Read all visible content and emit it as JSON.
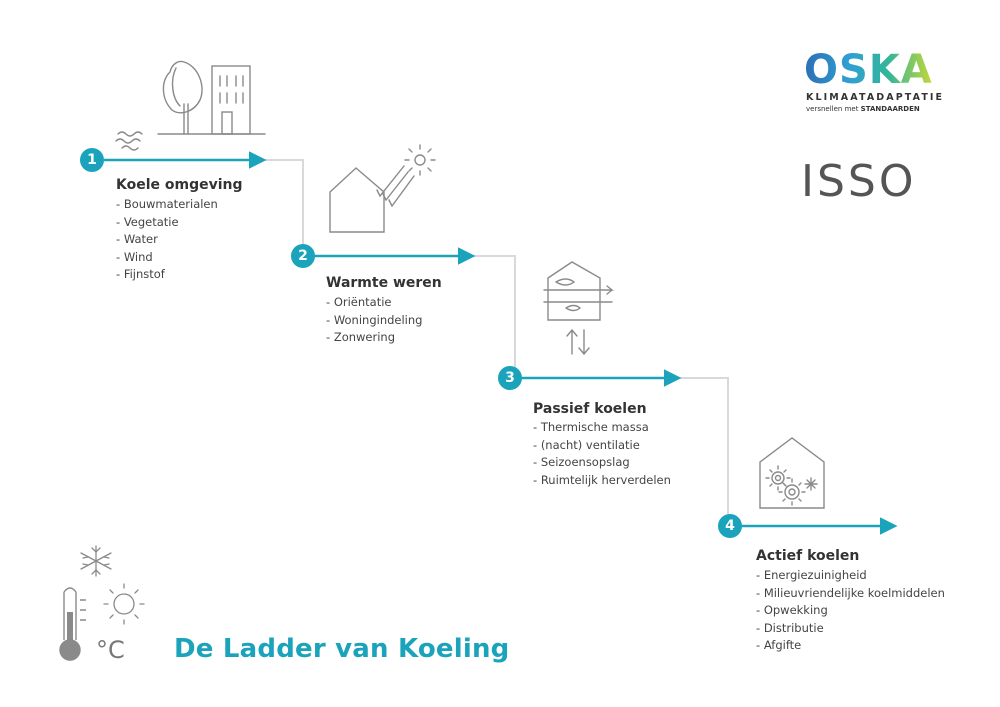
{
  "title": "De Ladder van Koeling",
  "logos": {
    "oska": {
      "word": "OSKA",
      "line1": "KLIMAATADAPTATIE",
      "line2_prefix": "versnellen met ",
      "line2_bold": "STANDAARDEN"
    },
    "isso": "ISSO"
  },
  "steps": [
    {
      "number": "1",
      "title": "Koele omgeving",
      "items": [
        "Bouwmaterialen",
        "Vegetatie",
        "Water",
        "Wind",
        "Fijnstof"
      ]
    },
    {
      "number": "2",
      "title": "Warmte weren",
      "items": [
        "Oriëntatie",
        "Woningindeling",
        "Zonwering"
      ]
    },
    {
      "number": "3",
      "title": "Passief koelen",
      "items": [
        "Thermische massa",
        "(nacht) ventilatie",
        "Seizoensopslag",
        "Ruimtelijk herverdelen"
      ]
    },
    {
      "number": "4",
      "title": "Actief koelen",
      "items": [
        "Energiezuinigheid",
        "Milieuvriendelijke koelmiddelen",
        "Opwekking",
        "Distributie",
        "Afgifte"
      ]
    }
  ],
  "corner_symbol": "°C",
  "colors": {
    "accent": "#1aa3bb",
    "connector": "#d9d9d9",
    "text": "#3a3a3a",
    "sketch": "#8a8a8a"
  },
  "icons": [
    "trees-building-icon",
    "house-sun-icon",
    "house-ventilation-icon",
    "house-gears-icon",
    "snowflake-icon",
    "thermometer-icon",
    "sun-icon"
  ]
}
